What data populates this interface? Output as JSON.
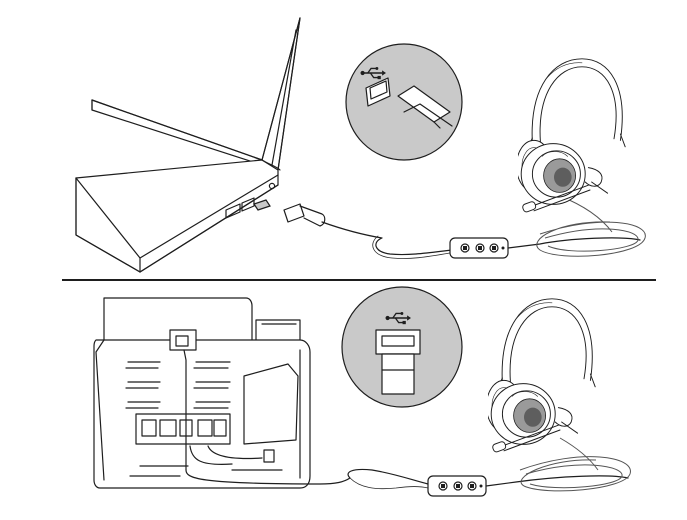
{
  "diagram": {
    "colors": {
      "line": "#1e1e1e",
      "inset_fill": "#c9c9c9",
      "background": "#ffffff"
    },
    "panels": [
      {
        "id": "top",
        "host_device": "laptop",
        "connector": "usb-a",
        "headset": "binaural-headset-with-inline-control",
        "icons": [
          "usb-icon"
        ]
      },
      {
        "id": "bottom",
        "host_device": "desk-phone",
        "connector": "usb-a",
        "headset": "binaural-headset-with-inline-control",
        "icons": [
          "usb-icon"
        ]
      }
    ]
  }
}
